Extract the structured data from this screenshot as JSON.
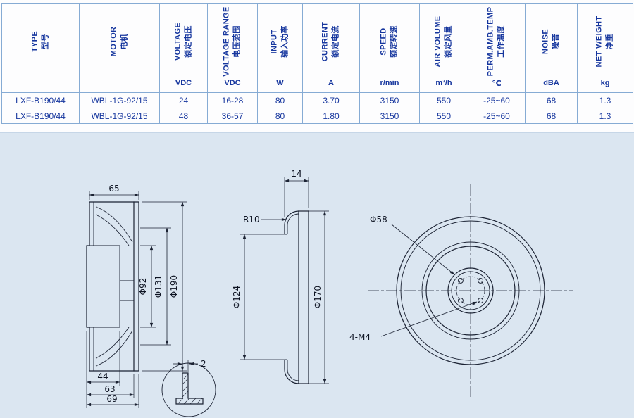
{
  "table": {
    "headers": [
      {
        "en": "TYPE",
        "zh": "型号",
        "unit": ""
      },
      {
        "en": "MOTOR",
        "zh": "电机",
        "unit": ""
      },
      {
        "en": "VOLTAGE",
        "zh": "额定电压",
        "unit": "VDC"
      },
      {
        "en": "VOLTAGE RANGE",
        "zh": "电压范围",
        "unit": "VDC"
      },
      {
        "en": "INPUT",
        "zh": "输入功率",
        "unit": "W"
      },
      {
        "en": "CURRENT",
        "zh": "额定电流",
        "unit": "A"
      },
      {
        "en": "SPEED",
        "zh": "额定转速",
        "unit": "r/min"
      },
      {
        "en": "AIR VOLUME",
        "zh": "额定风量",
        "unit": "m³/h"
      },
      {
        "en": "PERM.AMB.TEMP",
        "zh": "工作温度",
        "unit": "℃"
      },
      {
        "en": "NOISE",
        "zh": "噪音",
        "unit": "dBA"
      },
      {
        "en": "NET WEIGHT",
        "zh": "净重",
        "unit": "kg"
      }
    ],
    "rows": [
      [
        "LXF-B190/44",
        "WBL-1G-92/15",
        "24",
        "16-28",
        "80",
        "3.70",
        "3150",
        "550",
        "-25~60",
        "68",
        "1.3"
      ],
      [
        "LXF-B190/44",
        "WBL-1G-92/15",
        "48",
        "36-57",
        "80",
        "1.80",
        "3150",
        "550",
        "-25~60",
        "68",
        "1.3"
      ]
    ]
  },
  "drawing": {
    "dims": {
      "w65": "65",
      "d92": "Φ92",
      "d131": "Φ131",
      "d190": "Φ190",
      "w44": "44",
      "w63": "63",
      "w69": "69",
      "t2": "2",
      "w14": "14",
      "r10": "R10",
      "d124": "Φ124",
      "d170": "Φ170",
      "d58": "Φ58",
      "holes": "4-M4"
    }
  }
}
